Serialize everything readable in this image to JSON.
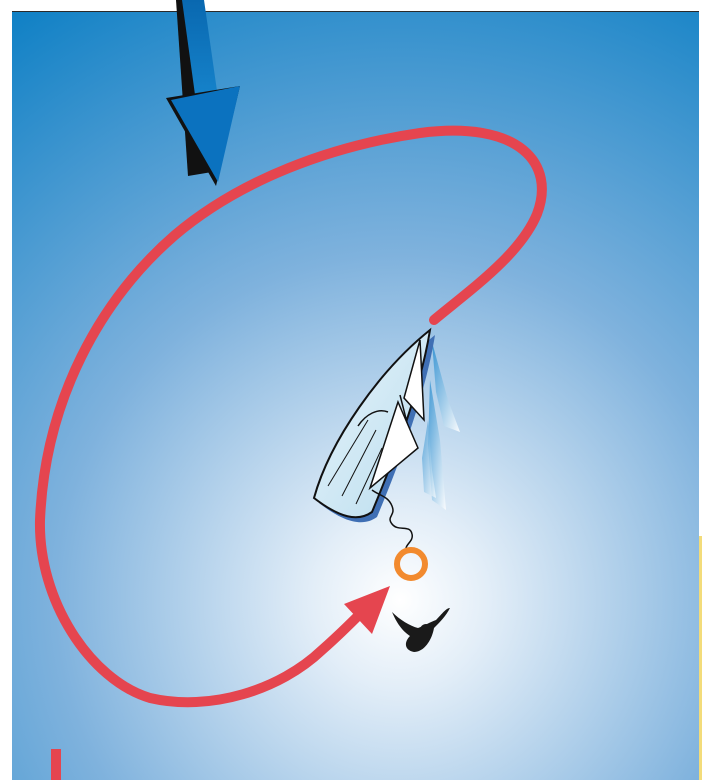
{
  "diagram": {
    "kind": "man-overboard-recovery",
    "elements": [
      "wind-arrow",
      "recovery-course",
      "sailboat",
      "throw-line",
      "life-ring",
      "person-in-water"
    ],
    "colors": {
      "water_center": "#ffffff",
      "water_mid": "#7fb2dd",
      "water_edge": "#0a7ec4",
      "course": "#e5454f",
      "wind_arrow": "#0b72bf",
      "hull": "#cde9f5",
      "sail": "#ffffff",
      "life_ring": "#f28a2e",
      "person": "#1a1a1a",
      "frame_edge": "#fff4cc"
    }
  }
}
